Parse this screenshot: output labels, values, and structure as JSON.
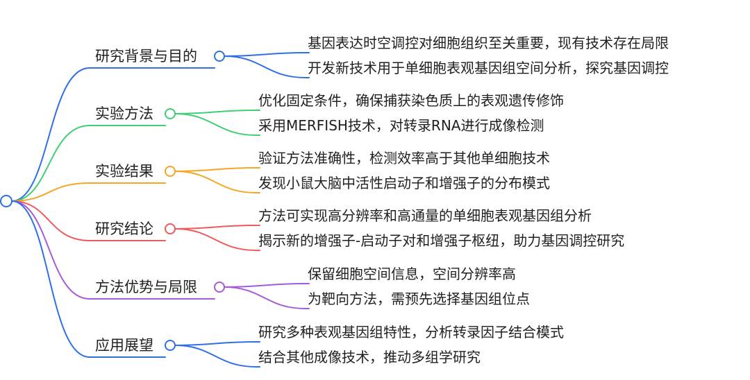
{
  "mindmap": {
    "branches": [
      {
        "label": "研究背景与目的",
        "color": "#2f6fe6",
        "children": [
          "基因表达时空调控对细胞组织至关重要，现有技术存在局限",
          "开发新技术用于单细胞表观基因组空间分析，探究基因调控"
        ]
      },
      {
        "label": "实验方法",
        "color": "#3fcf72",
        "children": [
          "优化固定条件，确保捕获染色质上的表观遗传修饰",
          "采用MERFISH技术，对转录RNA进行成像检测"
        ]
      },
      {
        "label": "实验结果",
        "color": "#f5a623",
        "children": [
          "验证方法准确性，检测效率高于其他单细胞技术",
          "发现小鼠大脑中活性启动子和增强子的分布模式"
        ]
      },
      {
        "label": "研究结论",
        "color": "#ef5a5a",
        "children": [
          "方法可实现高分辨率和高通量的单细胞表观基因组分析",
          "揭示新的增强子-启动子对和增强子枢纽，助力基因调控研究"
        ]
      },
      {
        "label": "方法优势与局限",
        "color": "#a55ad8",
        "children": [
          "保留细胞空间信息，空间分辨率高",
          "为靶向方法，需预先选择基因组位点"
        ]
      },
      {
        "label": "应用展望",
        "color": "#2f6fe6",
        "children": [
          "研究多种表观基因组特性，分析转录因子结合模式",
          "结合其他成像技术，推动多组学研究"
        ]
      }
    ]
  }
}
